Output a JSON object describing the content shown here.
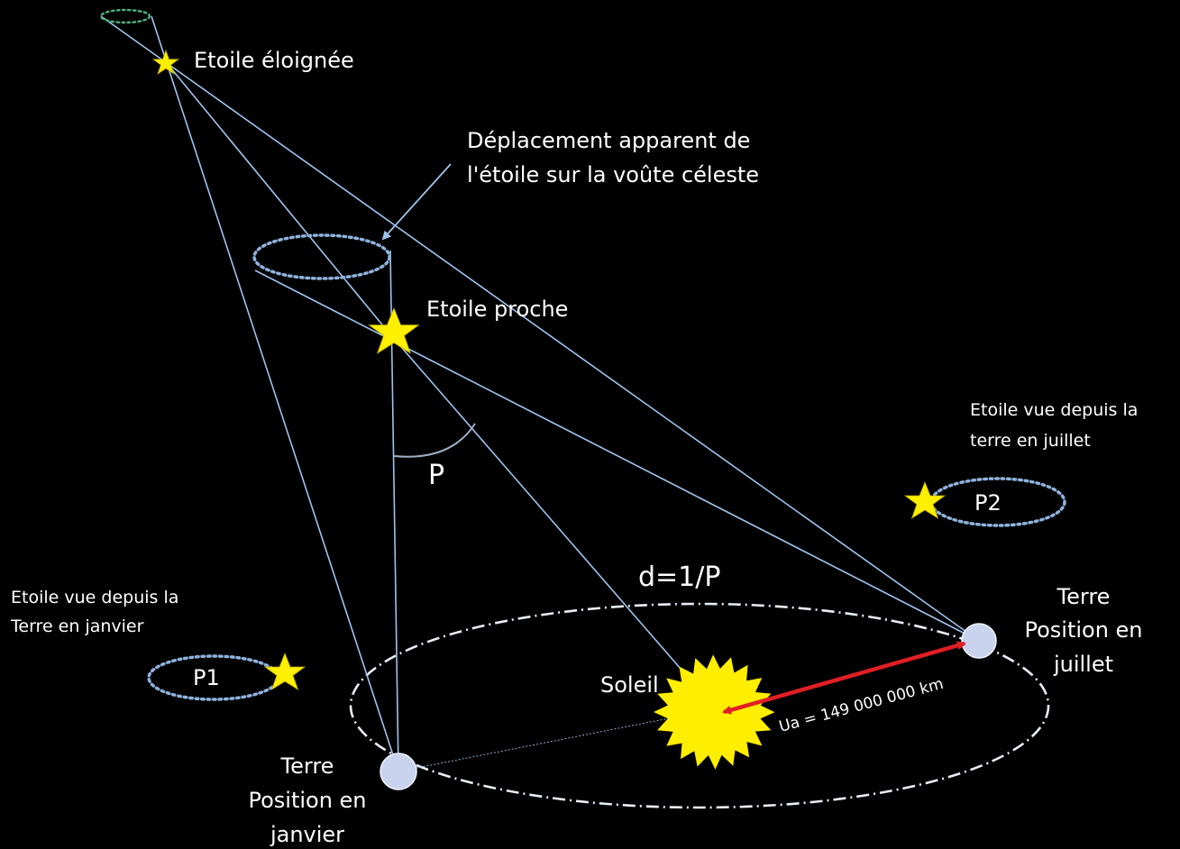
{
  "colors": {
    "background": "#000000",
    "sight_lines": "#9fc3ee",
    "star": "#ffef00",
    "sun": "#ffee00",
    "earth": "#c9d3ee",
    "distance_arrow": "#e01e24",
    "orbit": "#e8eef6"
  },
  "labels": {
    "far_star": "Etoile éloignée",
    "apparent_motion_line1": "Déplacement apparent de",
    "apparent_motion_line2": "l'étoile sur la voûte céleste",
    "near_star": "Etoile proche",
    "parallax_angle": "P",
    "distance_formula": "d=1/P",
    "sun": "Soleil",
    "astronomical_unit": "Ua = 149 000 000 km",
    "july_view_line1": "Etoile vue depuis la",
    "july_view_line2": "terre en juillet",
    "january_view_line1": "Etoile vue depuis la",
    "january_view_line2": "Terre en janvier",
    "p1": "P1",
    "p2": "P2",
    "earth_july_line1": "Terre",
    "earth_july_line2": "Position en",
    "earth_july_line3": "juillet",
    "earth_january_line1": "Terre",
    "earth_january_line2": "Position en",
    "earth_january_line3": "janvier"
  },
  "icons": {
    "far_star": "star-icon",
    "near_star": "star-icon",
    "sun": "sun-icon",
    "earth_january": "planet-icon",
    "earth_july": "planet-icon"
  }
}
